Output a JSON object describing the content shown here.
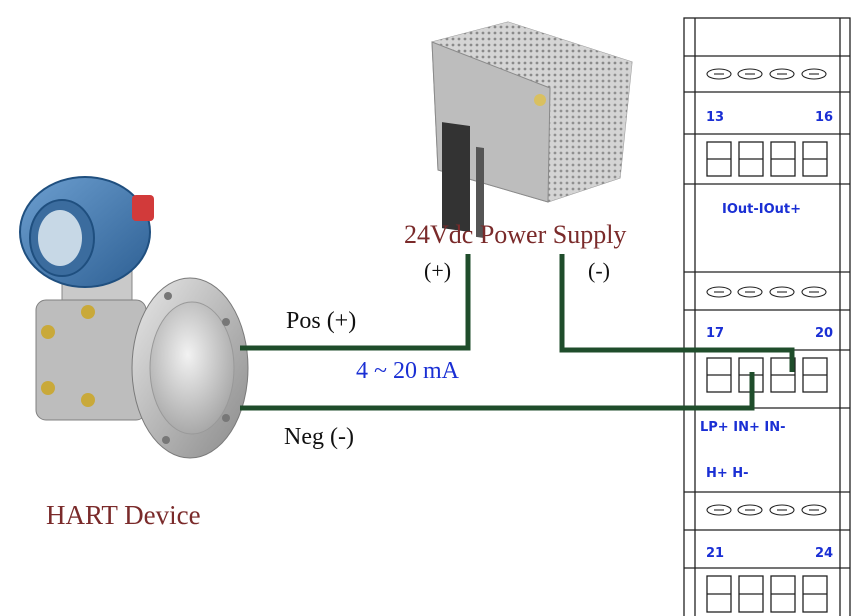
{
  "labels": {
    "power_supply": "24Vdc Power Supply",
    "ps_pos": "(+)",
    "ps_neg": "(-)",
    "pos_wire": "Pos (+)",
    "current": "4 ~ 20 mA",
    "neg_wire": "Neg (-)",
    "device": "HART Device"
  },
  "terminal_block": {
    "n13": "13",
    "n16": "16",
    "iout": "IOut-IOut+",
    "n17": "17",
    "n20": "20",
    "lp_in": "LP+ IN+  IN-",
    "h_pair": "H+  H-",
    "n21": "21",
    "n24": "24"
  },
  "colors": {
    "wire": "#1f4d2b",
    "terminal_text": "#1a2fd4",
    "brown_label": "#7a2a2a",
    "current_label": "#1a2fd4"
  }
}
